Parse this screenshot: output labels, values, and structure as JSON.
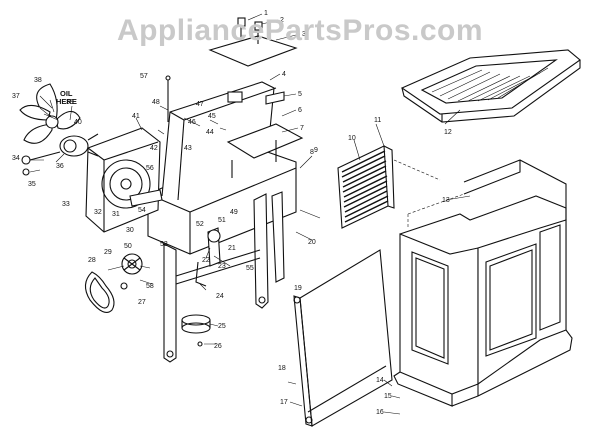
{
  "watermark": "AppliancePartsPros.com",
  "note": {
    "line1": "OIL",
    "line2": "HERE"
  },
  "callouts": {
    "c1": "1",
    "c2": "2",
    "c3": "3",
    "c4": "4",
    "c5": "5",
    "c6": "6",
    "c7": "7",
    "c8": "8",
    "c9": "9",
    "c10": "10",
    "c11": "11",
    "c12": "12",
    "c13": "13",
    "c14": "14",
    "c15": "15",
    "c16": "16",
    "c17": "17",
    "c18": "18",
    "c19": "19",
    "c20": "20",
    "c21": "21",
    "c22": "22",
    "c23": "23",
    "c24": "24",
    "c25": "25",
    "c26": "26",
    "c27": "27",
    "c28": "28",
    "c29": "29",
    "c30": "30",
    "c31": "31",
    "c32": "32",
    "c33": "33",
    "c34": "34",
    "c35": "35",
    "c36": "36",
    "c37": "37",
    "c38": "38",
    "c39": "39",
    "c40": "40",
    "c41": "41",
    "c42": "42",
    "c43": "43",
    "c44": "44",
    "c45": "45",
    "c46": "46",
    "c47": "47",
    "c48": "48",
    "c49": "49",
    "c50": "50",
    "c51": "51",
    "c52": "52",
    "c53": "53",
    "c54": "54",
    "c55": "55",
    "c56": "56",
    "c57": "57",
    "c58": "58"
  }
}
